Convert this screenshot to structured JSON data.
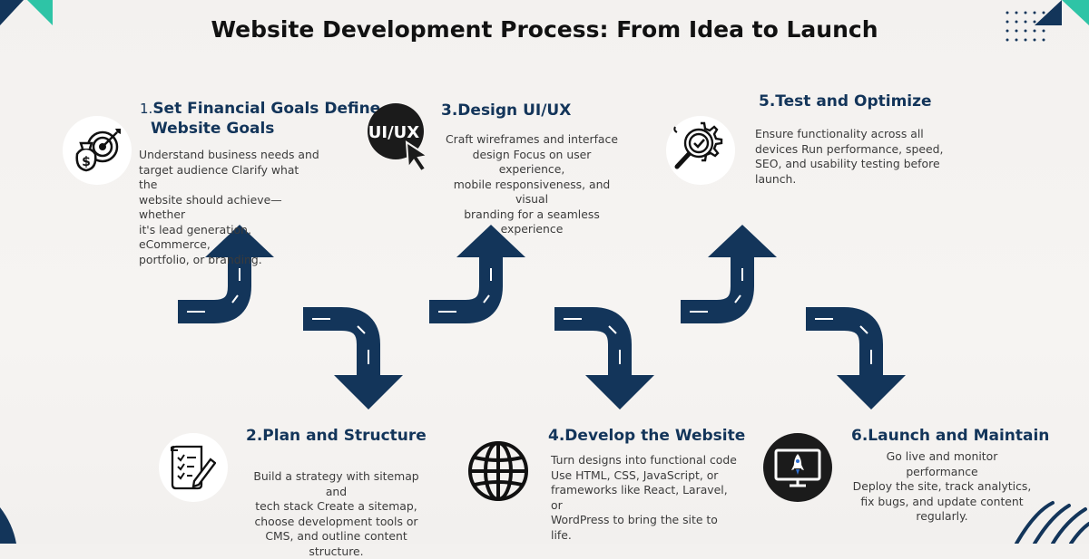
{
  "title": "Website Development Process: From Idea to Launch",
  "colors": {
    "arrow": "#13355a",
    "teal": "#2ec4a6",
    "navy": "#0f2f55",
    "heading": "#13355a"
  },
  "steps": [
    {
      "number": "1.",
      "heading_line1": "Set Financial Goals Define",
      "heading_line2": "Website Goals",
      "desc": [
        "Understand business needs and",
        "target audience Clarify what the",
        "website should achieve—whether",
        "it's lead generation, eCommerce,",
        "portfolio, or branding."
      ],
      "icon": "money-target-icon"
    },
    {
      "number": "2.",
      "heading": "Plan and Structure",
      "desc": [
        "Build a strategy with sitemap and",
        "tech stack Create a sitemap,",
        "choose development tools or",
        "CMS, and outline content",
        "structure."
      ],
      "icon": "checklist-pen-icon"
    },
    {
      "number": "3.",
      "heading": "Design UI/UX",
      "desc": [
        "Craft wireframes and interface",
        "design Focus on user experience,",
        "mobile responsiveness, and visual",
        "branding for a seamless",
        "experience"
      ],
      "icon": "ui-ux-cursor-icon",
      "icon_text": "UI/UX"
    },
    {
      "number": "4.",
      "heading": "Develop the Website",
      "desc": [
        "Turn designs into functional code",
        "Use HTML, CSS, JavaScript, or",
        "frameworks like React, Laravel, or",
        "WordPress to bring the site to life."
      ],
      "icon": "globe-icon"
    },
    {
      "number": "5.",
      "heading": "Test and Optimize",
      "desc": [
        "Ensure functionality across all",
        "devices Run performance, speed,",
        "SEO, and usability testing before",
        "launch."
      ],
      "icon": "gear-magnifier-check-icon"
    },
    {
      "number": "6.",
      "heading": "Launch and Maintain",
      "desc": [
        "Go live and monitor performance",
        "Deploy the site, track analytics,",
        "fix bugs, and update content",
        "regularly."
      ],
      "icon": "rocket-monitor-icon"
    }
  ]
}
